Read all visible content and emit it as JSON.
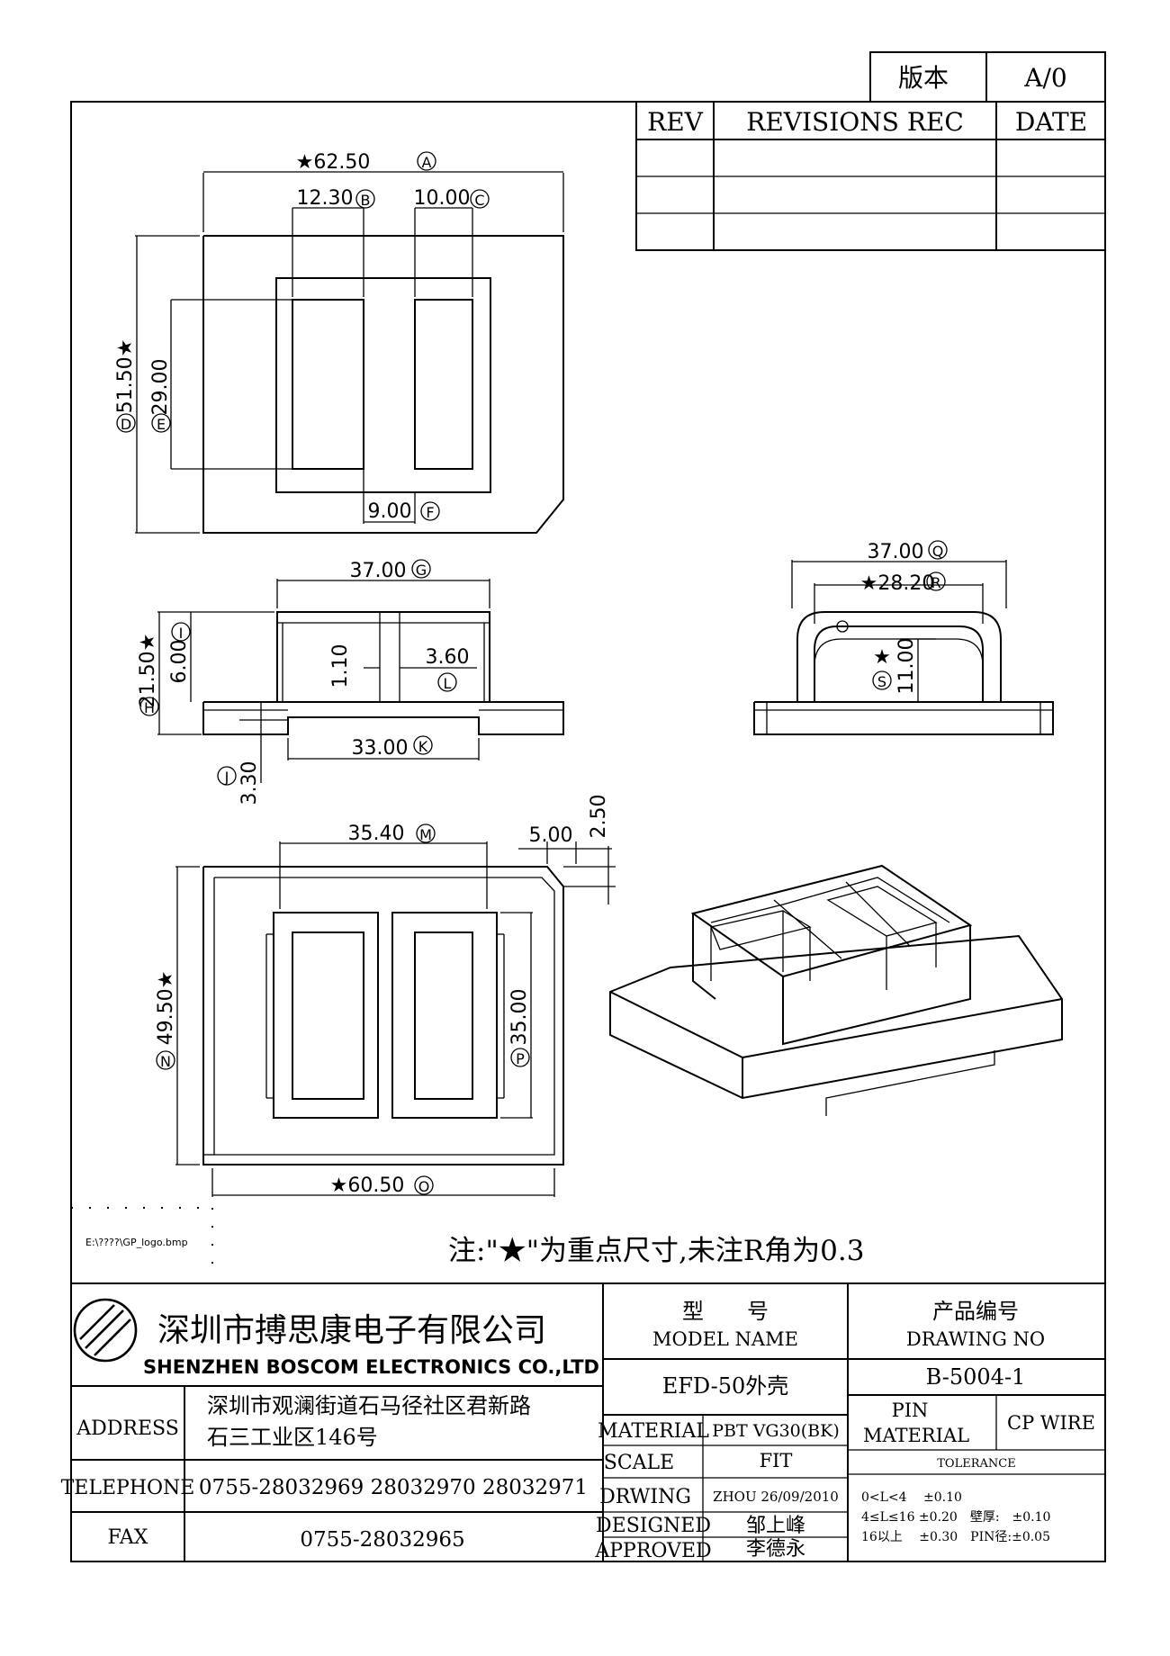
{
  "version_box": {
    "label": "版本",
    "value": "A/0"
  },
  "revisions": {
    "rev_header": "REV",
    "rec_header": "REVISIONS REC",
    "date_header": "DATE"
  },
  "dimensions": {
    "A": "★62.50",
    "B": "12.30",
    "C": "10.00",
    "D": "51.50★",
    "E": "29.00",
    "F": "9.00",
    "G": "37.00",
    "H": "21.50★",
    "I": "6.00",
    "J": "3.30",
    "K": "33.00",
    "L": "3.60",
    "L_small": "1.10",
    "Q": "37.00",
    "R": "★28.20",
    "S": "11.00",
    "S_star": "★",
    "M": "35.40",
    "N": "49.50★",
    "O": "★60.50",
    "P": "35.00",
    "M2": "5.00",
    "M3": "2.50"
  },
  "circle_letters": [
    "A",
    "B",
    "C",
    "D",
    "E",
    "F",
    "G",
    "H",
    "I",
    "J",
    "K",
    "L",
    "M",
    "N",
    "O",
    "P",
    "Q",
    "R",
    "S"
  ],
  "logo_path": "E:\\????\\GP_logo.bmp",
  "note": "注:\"★\"为重点尺寸,未注R角为0.3",
  "company": {
    "name_cn": "深圳市搏思康电子有限公司",
    "name_en": "SHENZHEN BOSCOM ELECTRONICS CO.,LTD"
  },
  "address": {
    "label": "ADDRESS",
    "line1": "深圳市观澜街道石马径社区君新路",
    "line2": "石三工业区146号"
  },
  "telephone": {
    "label": "TELEPHONE",
    "value": "0755-28032969 28032970 28032971"
  },
  "fax": {
    "label": "FAX",
    "value": "0755-28032965"
  },
  "model": {
    "label_cn": "型　　号",
    "label_en": "MODEL NAME",
    "value": "EFD-50外壳"
  },
  "drawing": {
    "label_cn": "产品编号",
    "label_en": "DRAWING NO",
    "value": "B-5004-1"
  },
  "material": {
    "label": "MATERIAL",
    "value": "PBT VG30(BK)"
  },
  "scale": {
    "label": "SCALE",
    "value": "FIT"
  },
  "drwing": {
    "label": "DRWING",
    "value": "ZHOU 26/09/2010"
  },
  "designed": {
    "label": "DESIGNED",
    "value": "邹上峰"
  },
  "approved": {
    "label": "APPROVED",
    "value": "李德永"
  },
  "pin_material": {
    "label1": "PIN",
    "label2": "MATERIAL",
    "value": "CP WIRE"
  },
  "tolerance": {
    "header": "TOLERANCE",
    "row1": "0<L<4　 ±0.10",
    "row2": "4≤L≤16 ±0.20　壁厚:　±0.10",
    "row3": "16以上　 ±0.30　PIN径:±0.05"
  }
}
